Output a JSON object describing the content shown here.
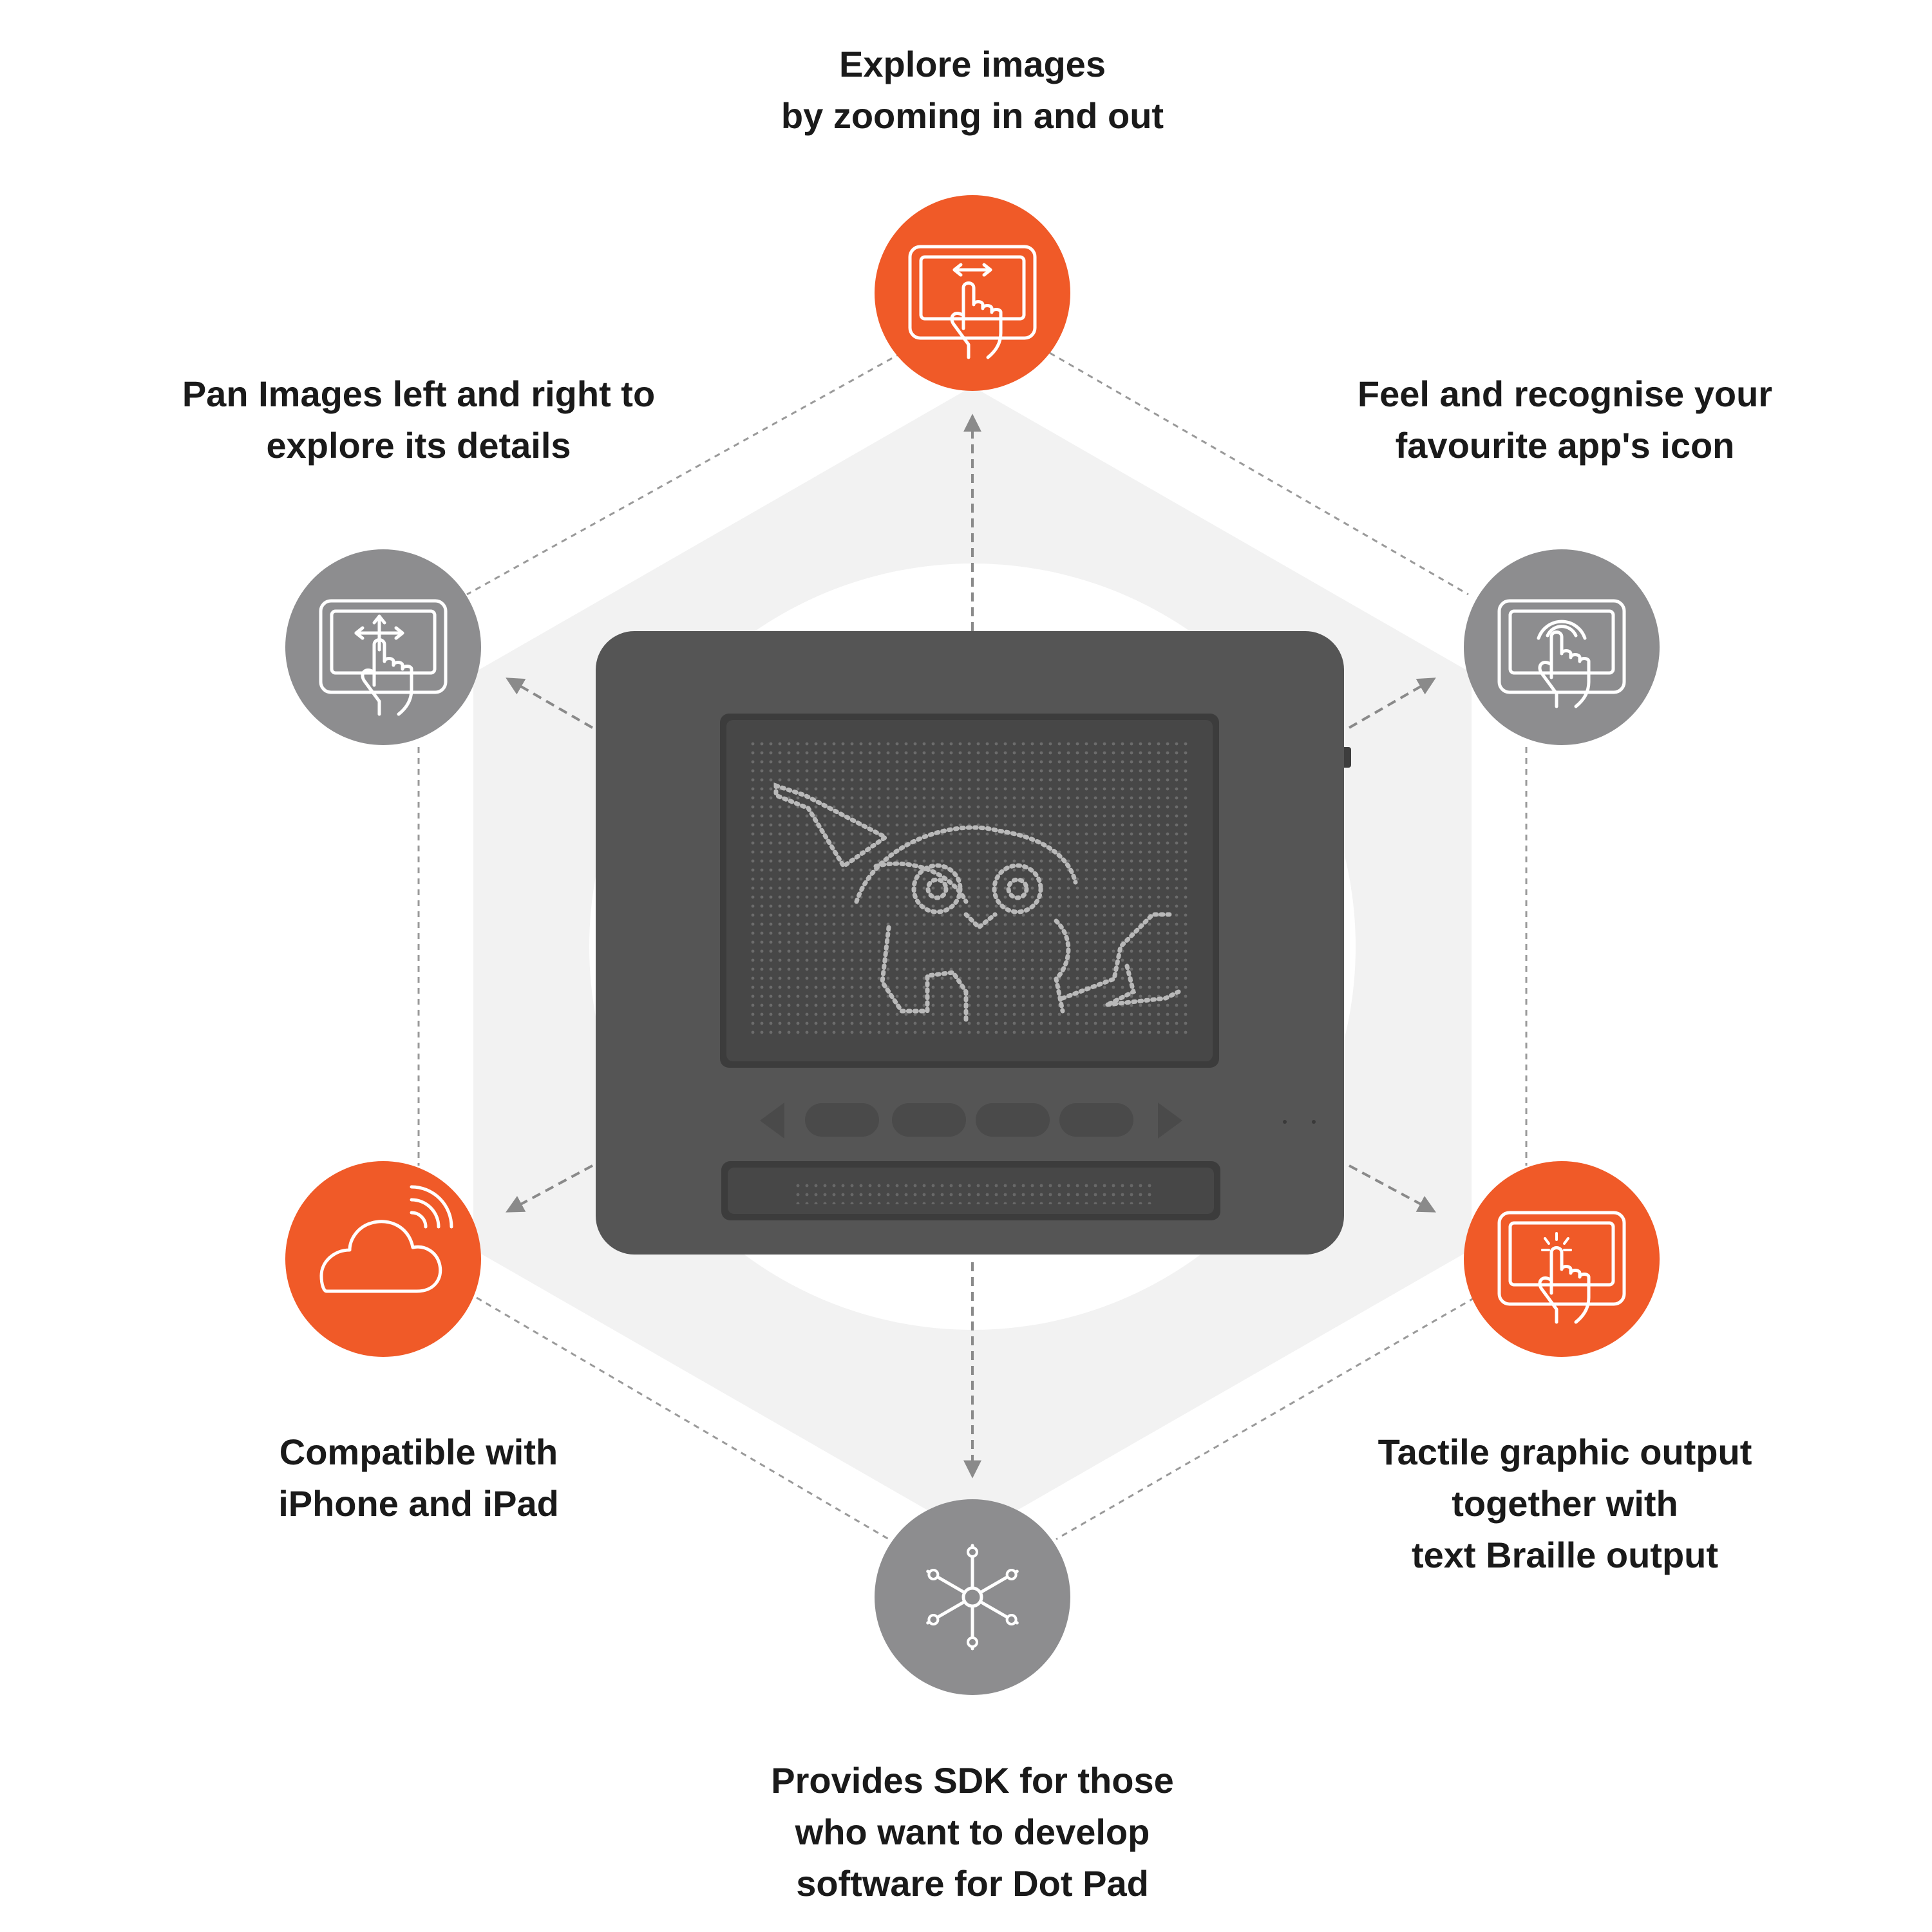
{
  "colors": {
    "accent": "#f05a28",
    "neutral": "#8d8d8f",
    "hexagon_fill": "#f2f2f2",
    "device_body": "#555555",
    "text": "#1a1a1a"
  },
  "features": [
    {
      "id": "zoom",
      "color": "orange",
      "icon": "touch-zoom-icon",
      "lines": [
        "Explore images",
        "by zooming in and out"
      ]
    },
    {
      "id": "app-icon",
      "color": "gray",
      "icon": "touch-tap-icon",
      "lines": [
        "Feel and recognise your",
        "favourite app's icon"
      ]
    },
    {
      "id": "braille",
      "color": "orange",
      "icon": "touch-braille-icon",
      "lines": [
        "Tactile graphic output",
        "together with",
        "text Braille output"
      ]
    },
    {
      "id": "sdk",
      "color": "gray",
      "icon": "sdk-network-icon",
      "lines": [
        "Provides SDK for those",
        "who want to develop",
        "software for Dot Pad"
      ]
    },
    {
      "id": "compatible",
      "color": "orange",
      "icon": "cloud-wireless-icon",
      "lines": [
        "Compatible with",
        "iPhone and iPad"
      ]
    },
    {
      "id": "pan",
      "color": "gray",
      "icon": "touch-pan-icon",
      "lines": [
        "Pan Images left and right to",
        "explore its details"
      ]
    }
  ]
}
